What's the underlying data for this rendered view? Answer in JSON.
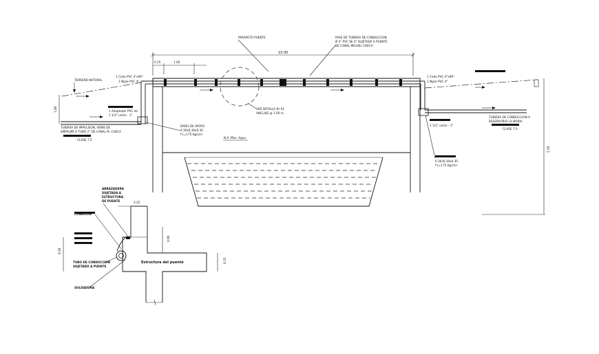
{
  "dimensions": {
    "span": "15.00",
    "left_offset": "0.25",
    "left_segment": "1.00",
    "right_height": "5.50",
    "left_height": "1.00",
    "detail_top": "0.25",
    "detail_mid": "0.60",
    "detail_left": "0.50",
    "detail_right": "0.25"
  },
  "labels": {
    "parapeto": "PARAPETO PUENTE",
    "pase_tuberia": [
      "PASE DE TUBERIA DE CONDUCCION",
      "Ø 4\" PVC SE 4\" SUJETADA A PUENTE",
      "DE CANAL MIGUEL CHECA"
    ],
    "codo_left": [
      "1 Codo PVC 4\"x90°",
      "1 Niple PVC 4\""
    ],
    "codo_right": [
      "1 Codo PVC 4\"x90°",
      "1 Niple PVC 4\""
    ],
    "terreno": "TERRENO NATURAL",
    "reduccion": [
      "1 Adaptador PVC de",
      "1 1/2\" unión - 1\""
    ],
    "ver_detalle": [
      "VER DETALLE Nº 01",
      "ANCLAJE @ 1.00 m."
    ],
    "dado": [
      "DADO DE APOYO",
      "0.30x0.30x0.30",
      "f'c=175 Kg/cm²"
    ],
    "tuberia_left": [
      "TUBERIA DE IMPULSION, VIENE DE",
      "EMPALME A TUBO 2\" DE CANAL M. CHECA"
    ],
    "clase_left": "CLASE 7.5",
    "nivel_agua": "N.A. Máx. Agua",
    "tuberia_right": [
      "TUBERIA DE CONDUCCION A",
      "RESERVORIO LA NORIA"
    ],
    "clase_right": "CLASE 7.5",
    "union_right": "1 1/2\" unión - 1\"",
    "dado_right": [
      "0.30x0.30x0.30",
      "f'c=175 Kg/cm²"
    ],
    "detail": {
      "abrazadera": [
        "ABRAZADERA",
        "SUJETADA A",
        "ESTRUCTURA",
        "DE PUENTE"
      ],
      "conexion": "CONEXIÓN",
      "tubo": [
        "TUBO DE CONDUCCIÓN",
        "SUJETADO A PUENTE"
      ],
      "soldadura": "SOLDADURA",
      "estructura": "Estructura del puente"
    }
  }
}
